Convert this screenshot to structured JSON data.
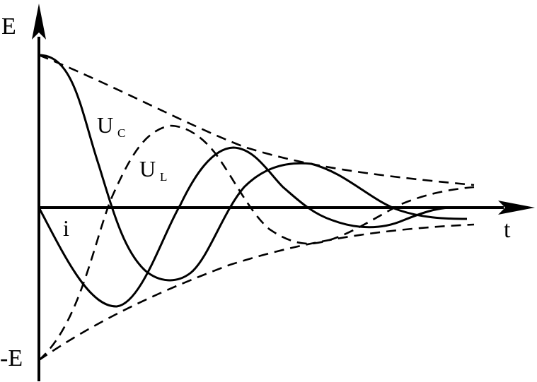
{
  "labels": {
    "y_top": "E",
    "y_bottom": "-E",
    "x_axis": "t",
    "uc_main": "U",
    "uc_sub": "C",
    "ul_main": "U",
    "ul_sub": "L",
    "current": "i"
  },
  "style": {
    "stroke_color": "#000000",
    "background_color": "#ffffff"
  }
}
